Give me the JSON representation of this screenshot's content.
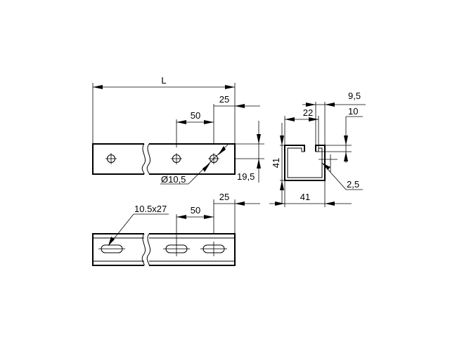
{
  "top_view": {
    "length_label": "L",
    "dim_25": "25",
    "dim_50": "50",
    "hole_label": "Ø10,5",
    "height_label": "19,5"
  },
  "bottom_view": {
    "slot_label": "10.5x27",
    "dim_50": "50",
    "dim_25": "25"
  },
  "section_view": {
    "dim_9_5": "9,5",
    "dim_22": "22",
    "dim_10": "10",
    "dim_41_height": "41",
    "dim_2_5": "2,5",
    "dim_41_width": "41"
  }
}
